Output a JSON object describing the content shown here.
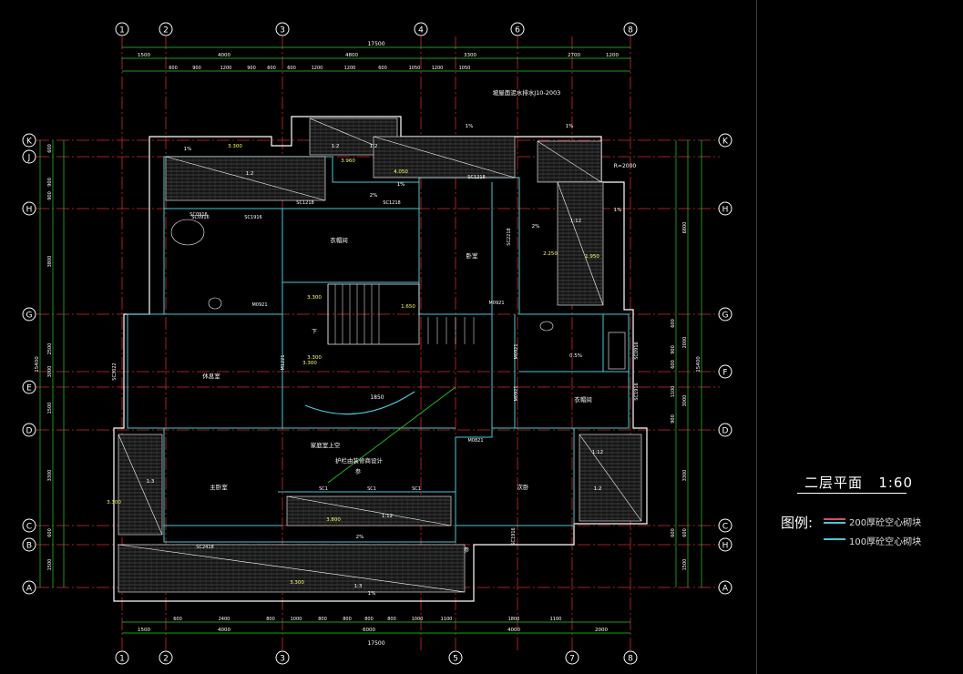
{
  "drawing": {
    "title": "二层平面",
    "scale": "1:60",
    "legend_label": "图例:",
    "legend": [
      {
        "text": "200厚砼空心砌块",
        "color": "#d84a6a"
      },
      {
        "text": "100厚砼空心砌块",
        "color": "#49c7d6"
      }
    ]
  },
  "axes": {
    "top": [
      "1",
      "2",
      "3",
      "4",
      "6",
      "8"
    ],
    "bottom": [
      "1",
      "2",
      "3",
      "5",
      "7",
      "8"
    ],
    "left": [
      "K",
      "J",
      "H",
      "G",
      "E",
      "D",
      "C",
      "B",
      "A"
    ],
    "right": [
      "K",
      "H",
      "G",
      "F",
      "D",
      "C",
      "H",
      "A"
    ]
  },
  "dims": {
    "top_total": "17500",
    "top_row2": [
      "1500",
      "4000",
      "4800",
      "3300",
      "2700",
      "1200"
    ],
    "top_row3": [
      "600",
      "900",
      "1200",
      "900",
      "600",
      "600",
      "1200",
      "1200",
      "600",
      "1050",
      "1200",
      "1050"
    ],
    "bottom_row1": [
      "600",
      "2400",
      "800",
      "1000",
      "800",
      "800",
      "800",
      "800",
      "1000",
      "1100",
      "1800",
      "1100"
    ],
    "bottom_row2": [
      "1500",
      "4000",
      "6000",
      "4000",
      "2000"
    ],
    "bottom_total": "17500",
    "left_outer": "15400",
    "left_mid": [
      "600",
      "900",
      "900",
      "3800",
      "2500",
      "3000",
      "1500",
      "3300",
      "600",
      "1500"
    ],
    "right_outer": "15400",
    "right_mid": [
      "6800",
      "2000",
      "3000",
      "3300",
      "600",
      "1500"
    ],
    "right_inner": [
      "600",
      "900",
      "600",
      "1100",
      "900",
      "600"
    ]
  },
  "labels": {
    "roof_note": "坡屋面泥水排水J10-2003",
    "rooms": [
      "衣帽间",
      "卧室",
      "休息室",
      "主卧室",
      "次卧",
      "衣帽间",
      "家庭室上空",
      "护栏由装修商设计"
    ],
    "windows": [
      "SC0916",
      "SC1916",
      "SC1218",
      "SC1218",
      "SC1218",
      "SC2218",
      "SC0916",
      "SC1916",
      "SC2418",
      "SC1916",
      "SC1",
      "SC1",
      "SC1",
      "SC3022",
      "SC0916"
    ],
    "doors": [
      "M0921",
      "M0921",
      "M1221",
      "M0921",
      "M0821",
      "M0921"
    ],
    "elevations": [
      "3.300",
      "3.960",
      "4.050",
      "2.250",
      "1.950",
      "3.300",
      "1.650",
      "3.300",
      "3.300",
      "3.800",
      "3.300",
      "3.300"
    ],
    "slopes": [
      "1:2",
      "1:2",
      "1:2",
      "1:12",
      "1:3",
      "1:3",
      "1:12",
      "1:2",
      "1:12"
    ],
    "pcts": [
      "1%",
      "1%",
      "2%",
      "2%",
      "0.5%",
      "1%",
      "1%",
      "2%",
      "1%",
      "1%"
    ],
    "misc": [
      "下",
      "参",
      "参",
      "R=2000",
      "1850"
    ]
  }
}
